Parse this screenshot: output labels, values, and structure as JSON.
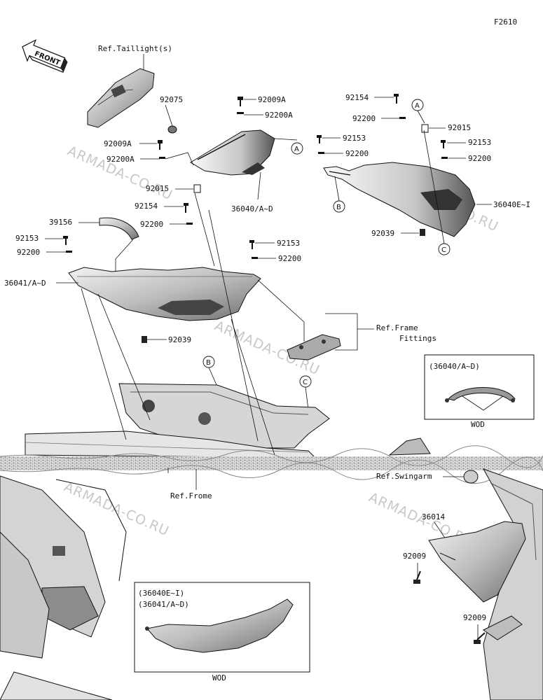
{
  "diagram": {
    "code": "F2610",
    "front_label": "FRONT",
    "watermark": "ARMADA-CO.RU",
    "labels": {
      "ref_taillight": "Ref.Taillight(s)",
      "ref_frame_fittings_1": "Ref.Frame",
      "ref_frame_fittings_2": "Fittings",
      "ref_frome": "Ref.Frome",
      "ref_swingarm": "Ref.Swingarm"
    },
    "parts": {
      "p92075": "92075",
      "p92009A_top": "92009A",
      "p92200A_top": "92200A",
      "p92009A_left": "92009A",
      "p92200A_left": "92200A",
      "p92015_left": "92015",
      "p92154_left": "92154",
      "p92200_left": "92200",
      "p36040AD": "36040/A~D",
      "p92154_right": "92154",
      "p92200_right1": "92200",
      "p92153_right1": "92153",
      "p92200_right2": "92200",
      "p92015_right": "92015",
      "p92153_right2": "92153",
      "p92200_right3": "92200",
      "p36040EI": "36040E~I",
      "p92039_right": "92039",
      "p39156": "39156",
      "p92153_l": "92153",
      "p92200_l": "92200",
      "p36041AD": "36041/A~D",
      "p92153_mid": "92153",
      "p92200_mid": "92200",
      "p92039_mid": "92039",
      "p36014": "36014",
      "p92009_1": "92009",
      "p92009_2": "92009"
    },
    "callouts": {
      "a1": "A",
      "a2": "A",
      "b1": "B",
      "b2": "B",
      "c1": "C",
      "c2": "C"
    },
    "inset_top": {
      "title": "(36040/A~D)",
      "caption": "WOD"
    },
    "inset_bottom": {
      "title_1": "(36040E~I)",
      "title_2": "(36041/A~D)",
      "caption": "WOD"
    }
  }
}
